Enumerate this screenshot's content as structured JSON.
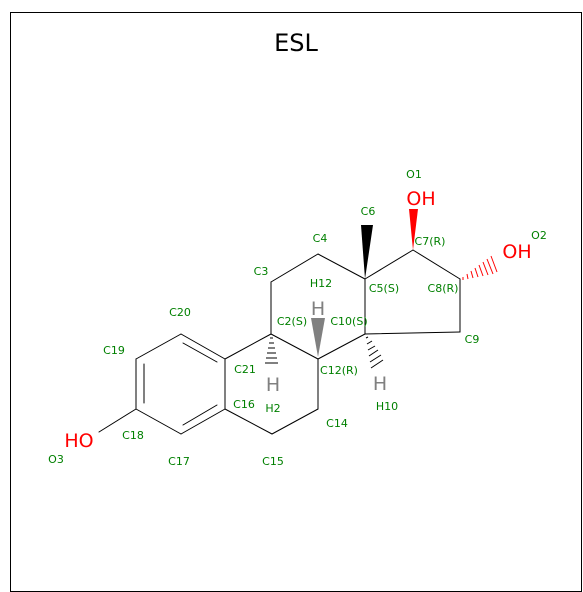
{
  "title": "ESL",
  "colors": {
    "bond": "#000000",
    "atom_label": "#008000",
    "oxygen": "#ff0000",
    "hydrogen": "#808080",
    "title": "#000000"
  },
  "atoms": {
    "o1": "O1",
    "o2": "O2",
    "o3": "O3",
    "c2": "C2(S)",
    "c3": "C3",
    "c4": "C4",
    "c5": "C5(S)",
    "c6": "C6",
    "c7": "C7(R)",
    "c8": "C8(R)",
    "c9": "C9",
    "c10": "C10(S)",
    "c12": "C12(R)",
    "c14": "C14",
    "c15": "C15",
    "c16": "C16",
    "c17": "C17",
    "c18": "C18",
    "c19": "C19",
    "c20": "C20",
    "c21": "C21",
    "h2": "H2",
    "h10": "H10",
    "h12": "H12"
  },
  "groups": {
    "oh_top": "OH",
    "oh_right": "OH",
    "ho_left": "HO",
    "h_c2": "H",
    "h_c10": "H",
    "h_c12": "H"
  }
}
